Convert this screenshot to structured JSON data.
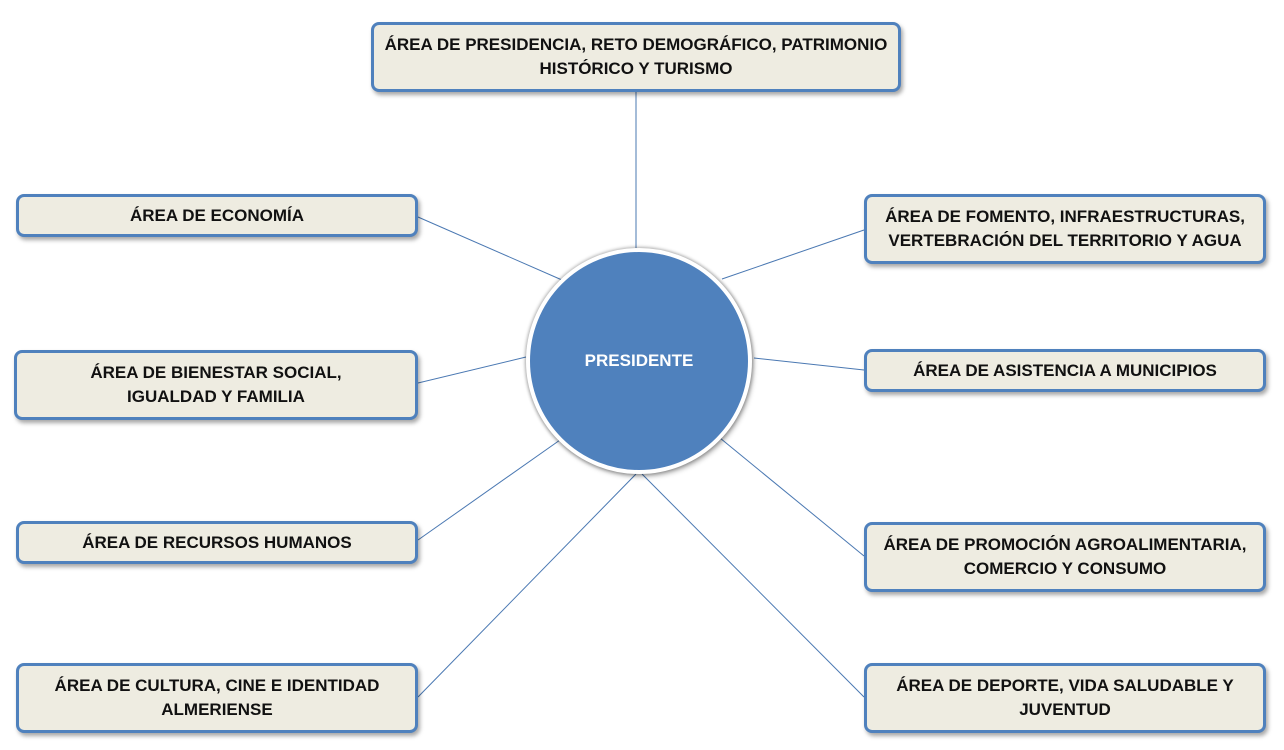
{
  "center": {
    "label": "PRESIDENTE"
  },
  "areas": [
    {
      "id": "presidencia",
      "label": "ÁREA DE PRESIDENCIA, RETO DEMOGRÁFICO, PATRIMONIO\nHISTÓRICO Y TURISMO"
    },
    {
      "id": "economia",
      "label": "ÁREA DE ECONOMÍA"
    },
    {
      "id": "bienestar",
      "label": "ÁREA DE BIENESTAR SOCIAL,\nIGUALDAD Y FAMILIA"
    },
    {
      "id": "rrhh",
      "label": "ÁREA DE RECURSOS HUMANOS"
    },
    {
      "id": "cultura",
      "label": "ÁREA DE CULTURA, CINE E IDENTIDAD\nALMERIENSE"
    },
    {
      "id": "fomento",
      "label": "ÁREA DE FOMENTO, INFRAESTRUCTURAS,\nVERTEBRACIÓN DEL TERRITORIO Y AGUA"
    },
    {
      "id": "municipios",
      "label": "ÁREA DE ASISTENCIA A MUNICIPIOS"
    },
    {
      "id": "agroalimentaria",
      "label": "ÁREA DE PROMOCIÓN AGROALIMENTARIA,\nCOMERCIO Y CONSUMO"
    },
    {
      "id": "deporte",
      "label": "ÁREA DE DEPORTE, VIDA SALUDABLE Y\nJUVENTUD"
    }
  ],
  "colors": {
    "center_fill": "#4f81bd",
    "box_fill": "#eeece1",
    "box_border": "#4f81bd",
    "connector": "#4a78b2"
  }
}
